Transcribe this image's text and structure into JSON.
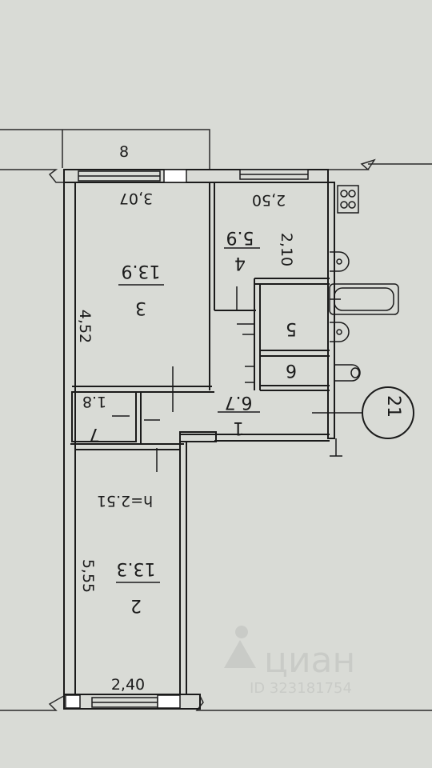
{
  "plan": {
    "apartment_number": "21",
    "balcony_number": "8",
    "ceiling_height": "h=2.51",
    "rooms": [
      {
        "id": "1",
        "area": "6.7"
      },
      {
        "id": "2",
        "area": "13.3"
      },
      {
        "id": "3",
        "area": "13.9"
      },
      {
        "id": "4",
        "area": "5.9"
      },
      {
        "id": "5"
      },
      {
        "id": "6"
      },
      {
        "id": "7",
        "area": "1.8"
      }
    ],
    "dimensions": {
      "room3_width": "3,07",
      "room3_length": "4,52",
      "room4_width": "2,50",
      "room4_length": "2,10",
      "room2_length": "5,55",
      "room2_width": "2,40"
    }
  },
  "watermark": {
    "brand": "циан",
    "id_text": "ID 323181754"
  },
  "colors": {
    "paper": "#d9dbd6",
    "ink": "#1b1b1b",
    "watermark": "#c8cac6"
  }
}
